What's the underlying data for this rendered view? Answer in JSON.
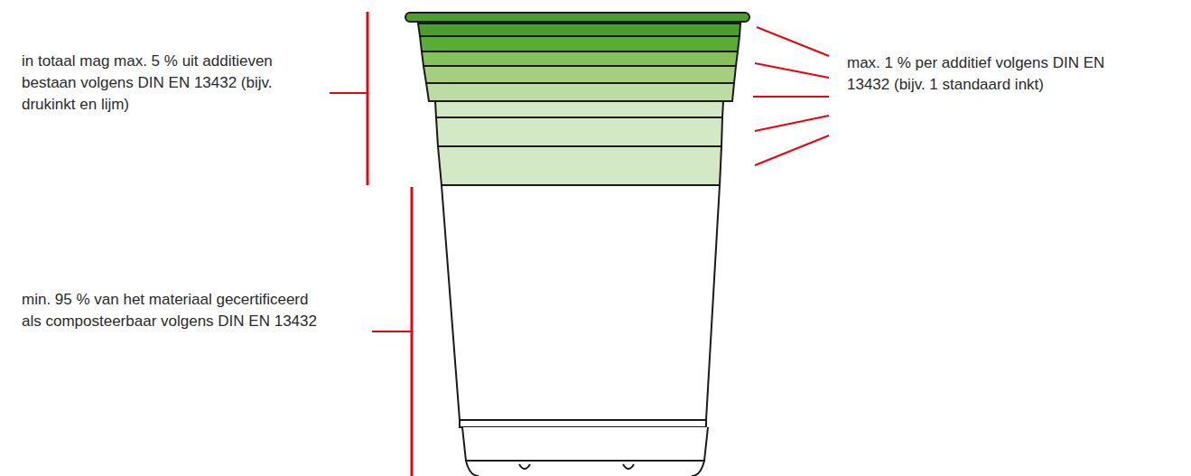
{
  "diagram": {
    "labels": [
      "in totaal mag max. 5 % uit additieven bestaan volgens DIN EN 13432 (bijv. drukinkt en lijm)",
      "max. 1 % per additief volgens DIN EN 13432 (bijv. 1 standaard inkt)",
      "min. 95 % van het materiaal gecertificeerd als composteerbaar volgens DIN EN 13432"
    ]
  }
}
